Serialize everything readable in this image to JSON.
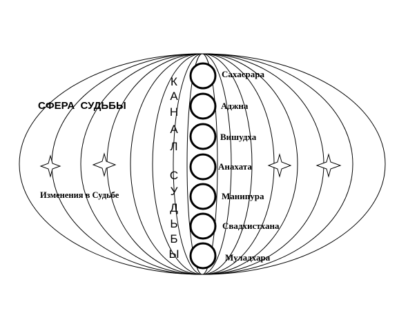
{
  "title": "СФЕРА  СУДЬБЫ",
  "changes_label": "Изменения в Судьбе",
  "canal_letters": [
    "К",
    "А",
    "Н",
    "А",
    "Л",
    "С",
    "У",
    "Д",
    "Ь",
    "Б",
    "Ы"
  ],
  "chakras": [
    {
      "label": "Сахасрара"
    },
    {
      "label": "Аджна"
    },
    {
      "label": "Вишудха"
    },
    {
      "label": "Анахата"
    },
    {
      "label": "Манипура"
    },
    {
      "label": "Свадхистхана"
    },
    {
      "label": "Муладхара"
    }
  ],
  "star_count": 4
}
